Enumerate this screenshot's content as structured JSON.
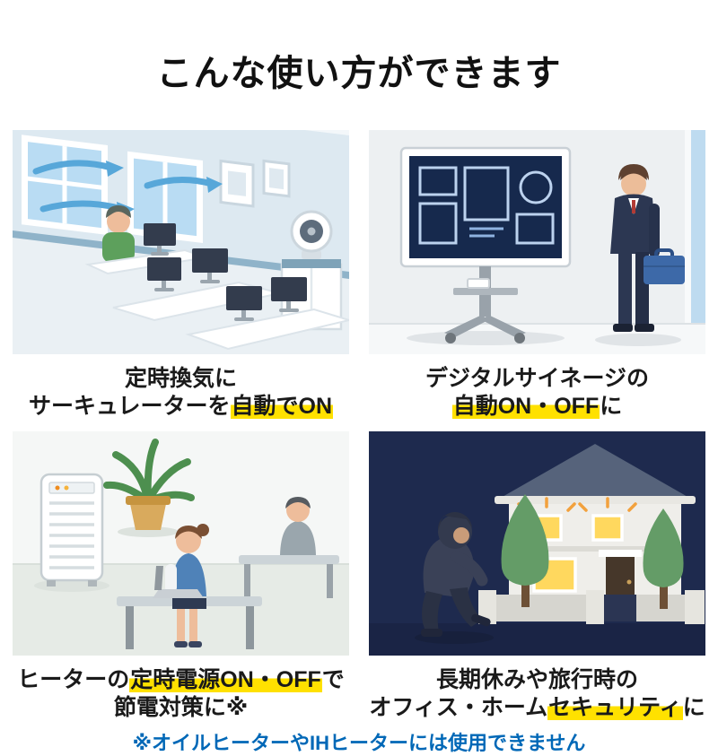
{
  "title": "こんな使い方ができます",
  "footnote": "※オイルヒーターやIHヒーターには使用できません",
  "colors": {
    "highlight_yellow": "#ffe100",
    "footnote_blue": "#0068b7",
    "text_black": "#1a1a1a",
    "night_navy": "#1e2a4e"
  },
  "usecases": [
    {
      "id": "timed-ventilation",
      "scene": "office-with-open-windows-airflow-and-circulator-fan",
      "line1": {
        "seg0": "定時換気に"
      },
      "line2": {
        "seg0": "サーキュレーターを",
        "seg1_hl": "自動でON"
      }
    },
    {
      "id": "digital-signage",
      "scene": "businessman-with-briefcase-looking-at-digital-signage-display",
      "line1": {
        "seg0": "デジタルサイネージの"
      },
      "line2": {
        "seg0_hl": "自動ON・OFF",
        "seg1": "に"
      }
    },
    {
      "id": "heater-schedule",
      "scene": "waiting-room-with-heater-plant-and-people-on-benches",
      "line1": {
        "seg0": "ヒーターの",
        "seg1_hl": "定時電源ON・OFF",
        "seg2": "で"
      },
      "line2": {
        "seg0": "節電対策に※"
      }
    },
    {
      "id": "home-security",
      "scene": "burglar-outside-house-with-lit-windows-at-night",
      "line1": {
        "seg0": "長期休みや旅行時の"
      },
      "line2": {
        "seg0": "オフィス・ホーム",
        "seg1_hl": "セキュリティ",
        "seg2": "に"
      }
    }
  ]
}
